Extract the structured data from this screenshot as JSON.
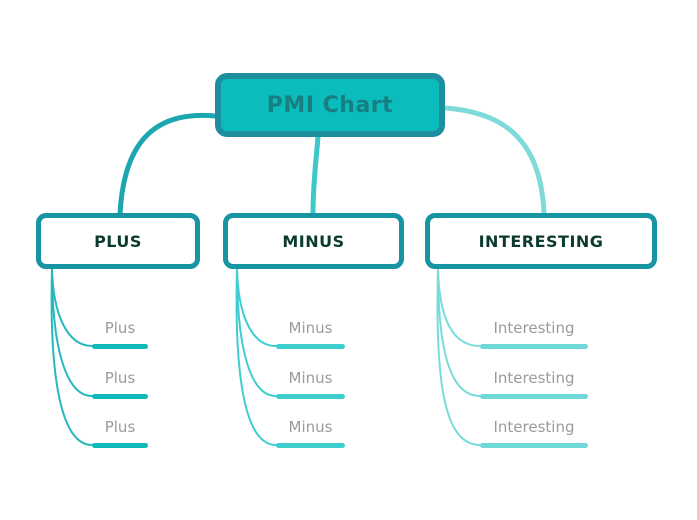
{
  "root": {
    "label": "PMI Chart"
  },
  "branches": [
    {
      "label": "PLUS",
      "leaves": [
        {
          "label": "Plus"
        },
        {
          "label": "Plus"
        },
        {
          "label": "Plus"
        }
      ]
    },
    {
      "label": "MINUS",
      "leaves": [
        {
          "label": "Minus"
        },
        {
          "label": "Minus"
        },
        {
          "label": "Minus"
        }
      ]
    },
    {
      "label": "INTERESTING",
      "leaves": [
        {
          "label": "Interesting"
        },
        {
          "label": "Interesting"
        },
        {
          "label": "Interesting"
        }
      ]
    }
  ],
  "colors": {
    "background": "#ffffff",
    "root_fill": "#0bbcbc",
    "root_border": "#1d8e9e",
    "root_text": "#177f82",
    "node_border": "#1895a3",
    "node_fill": "#ffffff",
    "node_text": "#0b3a2f",
    "leaf_text": "#9b9b9b",
    "branch_plus": "#1ba6b0",
    "branch_minus": "#3ec8cc",
    "branch_interesting": "#7fdada",
    "leaf_curve_plus": "#27b7bd",
    "leaf_curve_minus": "#3fcdd2",
    "leaf_curve_interesting": "#7adbdb",
    "underline_plus": "#10b9b9",
    "underline_minus": "#3ecece",
    "underline_interesting": "#6fd9d9"
  }
}
